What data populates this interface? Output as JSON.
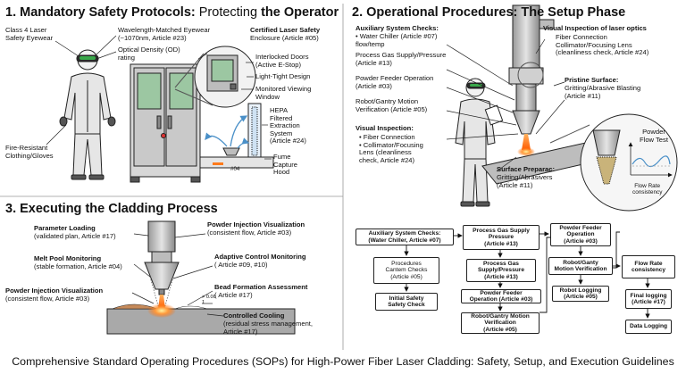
{
  "section1": {
    "number": "1.",
    "title_bold": "Mandatory Safety Protocols:",
    "title_rest": "Protecting",
    "title_end": "the Operator",
    "labels": {
      "eyewear_class": "Class 4 Laser\nSafety Eyewear",
      "wavelength": "Wavelength-Matched Eyewear\n(~1070nm, Article #23)",
      "od": "Optical Density (OD)\nrating",
      "clothing": "Fire-Resistant\nClothing/Gloves",
      "enclosure_title": "Certified Laser Safety",
      "enclosure_sub": "Enclosure (Article #05)",
      "doors": "Interlocked Doors\n(Active E-Stop)",
      "light_tight": "Light-Tight Design",
      "viewing": "Monitored Viewing\nWindow",
      "hepa": "HEPA\nFiltered\nExtraction\nSystem\n(Article #24)",
      "fume": "Fume\nCapture\nHood",
      "tag": "#04"
    }
  },
  "section2": {
    "number": "2.",
    "title": "Operational Procedures: The Setup Phase",
    "aux_title": "Auxiliary System Checks:",
    "aux_items": "• Water Chiller (Article #07)\n  flow/temp",
    "gas": "Process Gas Supply/Pressure\n(Article #13)",
    "powder": "Powder Feeder Operation\n(Article #03)",
    "robot": "Robot/Gantry Motion\nVerification (Article #05)",
    "vis_title": "Visual Inspection:",
    "vis_items": "• Fiber Connection\n• Collimator/Focusing\n  Lens (cleanliness\n  check, Article #24)",
    "surf_title": "Surface Preparac:",
    "surf_sub": "Gritting/Abrasivers\n(Article #11)",
    "optics_title": "Visual Inspection of laser optics",
    "optics_items": "Fiber Connection\nCollimator/Focusing Lens\n(cleanliness check, Article #24)",
    "pristine_title": "Pristine Surface:",
    "pristine_sub": "Gritting/Abrasive Blasting\n(Article #11)",
    "powder_test": "Powder\nFlow Test",
    "flow_rate": "Flow Rate\nconsistency"
  },
  "section3": {
    "number": "3.",
    "title": "Executing the Cladding Process",
    "labels": {
      "param_title": "Parameter Loading",
      "param_sub": "(validated plan, Article #17)",
      "melt_title": "Melt Pool Monitoring",
      "melt_sub": "(stable formation, Article #04)",
      "powder_l_title": "Powder Injection Visualization",
      "powder_l_sub": "(consistent flow, Article #03)",
      "powder_r_title": "Powder Injection Visualization",
      "powder_r_sub": "(consistent flow, Article #03)",
      "adaptive_title": "Adaptive Control Monitoring",
      "adaptive_sub": "( Article #09, #10)",
      "bead_title": "Bead Formation Assessment",
      "bead_sub": "( Article #17)",
      "cooling_title": "Controlled Cooling",
      "cooling_sub": "(residual stress management,\nArticle #17)",
      "dim": "> 0.00\n1"
    }
  },
  "flowchart": {
    "col1": [
      "Auxiliary System Checks:\n(Water Chiller, Article #07)",
      "Procedures\nCantem Checks\n(Article #05)",
      "Initial Safety\nSafety Check"
    ],
    "col2": [
      "Process Gas Supply\nPressure\n(Article #13)",
      "Process Gas\nSupply/Pressure\n(Article #13)",
      "Powder Feeder\nOperation (Article #03)",
      "Robot/Gantry Motion\nVerification\n(Article #05)"
    ],
    "col3": [
      "Powder Feeder\nOperation\n(Article #03)",
      "Robot/Ganty\nMotion Verification",
      "Robot Logging\n(Article #05)"
    ],
    "col4": [
      "Flow Rate\nconsistency",
      "Final logging\n(Article #17)",
      "Data Logging"
    ]
  },
  "footer": "Comprehensive Standard Operating Procedures (SOPs) for High-Power Fiber Laser Cladding: Safety, Setup, and Execution Guidelines"
}
